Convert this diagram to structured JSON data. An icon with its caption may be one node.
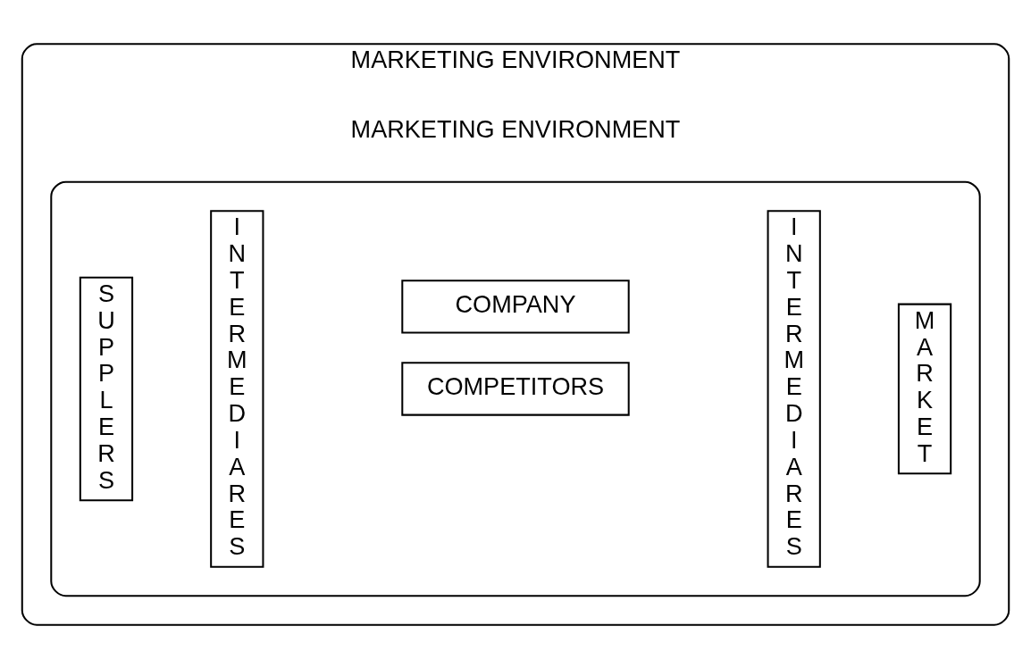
{
  "diagram": {
    "nodes": [
      {
        "text": [
          "MARKETING ENVIRONMENT",
          "MARKETING ENVIRONMENT"
        ]
      },
      {
        "text": [],
        "shape": "box",
        "in": 0
      },
      {
        "text": [
          "SUPPLERS"
        ],
        "in": 1
      },
      {
        "text": [
          "INTERMEDIARES"
        ],
        "in": 1
      },
      {
        "text": [
          "COMPANY"
        ],
        "in": 1
      },
      {
        "text": [
          "COMPETITORS"
        ],
        "in": 1
      },
      {
        "text": [
          "INTERMEDIARES"
        ],
        "in": 1
      },
      {
        "text": [
          "MARKET"
        ],
        "in": 1
      }
    ],
    "edges": []
  }
}
